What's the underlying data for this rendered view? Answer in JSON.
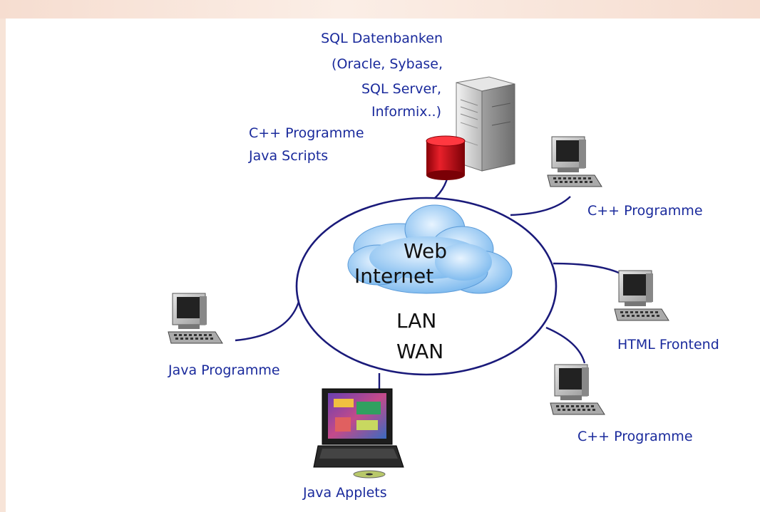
{
  "db": {
    "lines": [
      "SQL Datenbanken",
      "(Oracle, Sybase,",
      "SQL Server,",
      "Informix..)"
    ]
  },
  "server_software": {
    "lines": [
      "C++ Programme",
      "Java Scripts"
    ]
  },
  "network": {
    "web": "Web",
    "internet": "Internet",
    "lan": "LAN",
    "wan": "WAN"
  },
  "clients": {
    "top_right": "C++ Programme",
    "right": "HTML Frontend",
    "bottom_right": "C++ Programme",
    "left": "Java Programme",
    "bottom": "Java Applets"
  },
  "colors": {
    "label": "#1a2a9c",
    "connector": "#1a1a7a",
    "cylinder": "#d0101a",
    "background": "#f7e4d8"
  }
}
